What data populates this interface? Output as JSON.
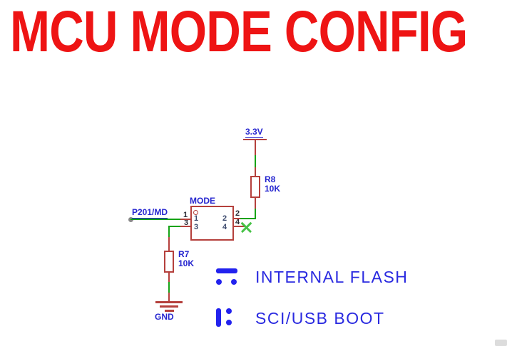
{
  "title": "MCU MODE CONFIG",
  "colors": {
    "title_red": "#ee1414",
    "schematic_red": "#b5403c",
    "net_green": "#16a316",
    "label_blue": "#2626cf",
    "legend_blue": "#2a2ae0"
  },
  "schematic": {
    "power_net": "3.3V",
    "signal_net": "P201/MD",
    "ground_net": "GND",
    "connector": {
      "name": "MODE",
      "pin_names": [
        "1",
        "2",
        "3",
        "4"
      ],
      "pad_numbers": {
        "left": [
          "1",
          "3"
        ],
        "right": [
          "2",
          "4"
        ]
      }
    },
    "resistor_r8": {
      "ref": "R8",
      "value": "10K"
    },
    "resistor_r7": {
      "ref": "R7",
      "value": "10K"
    }
  },
  "legend": {
    "items": [
      {
        "icon": "jumper-horizontal-icon",
        "label": "INTERNAL FLASH"
      },
      {
        "icon": "jumper-vertical-icon",
        "label": "SCI/USB BOOT"
      }
    ]
  }
}
